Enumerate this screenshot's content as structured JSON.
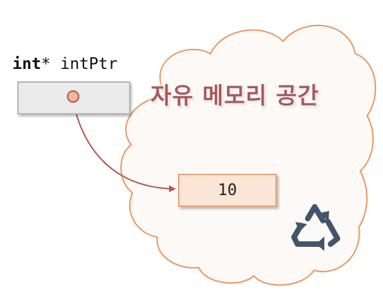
{
  "variable": {
    "type_keyword": "int",
    "pointer_star": "*",
    "name": "intPtr"
  },
  "heap": {
    "label": "자유 메모리 공간",
    "value": "10"
  },
  "colors": {
    "cloud_fill": "#fdf9f6",
    "cloud_stroke": "#e59a64",
    "arrow": "#b15a4d",
    "pointer_dot": "#f2b79a",
    "recycle_icon": "#44546a"
  },
  "icons": {
    "pointer_dot": "pointer-dot-icon",
    "recycle": "recycle-icon"
  }
}
